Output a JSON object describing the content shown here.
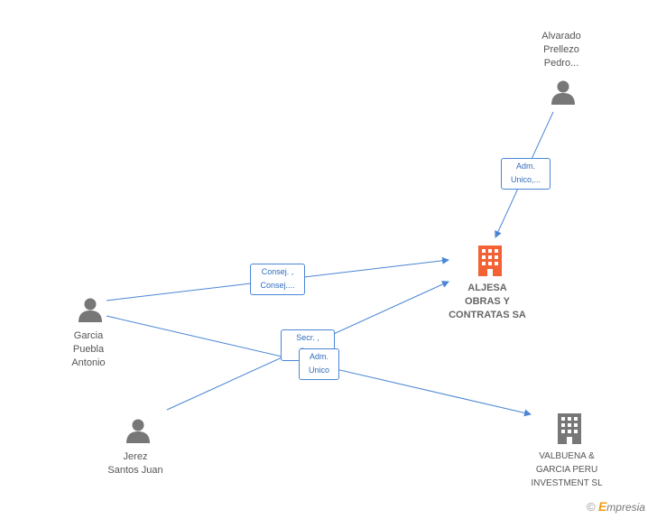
{
  "nodes": {
    "alvarado": {
      "label": "Alvarado\nPrellezo\nPedro..."
    },
    "garcia": {
      "label": "Garcia\nPuebla\nAntonio"
    },
    "jerez": {
      "label": "Jerez\nSantos Juan"
    },
    "aljesa": {
      "label": "ALJESA\nOBRAS Y\nCONTRATAS SA",
      "color": "#f26234"
    },
    "valbuena": {
      "label": "VALBUENA &\nGARCIA PERU\nINVESTMENT  SL",
      "color": "#777777"
    }
  },
  "edges": {
    "alvarado_aljesa": "Adm.\nUnico,...",
    "garcia_aljesa": "Consej. ,\nConsej....",
    "jerez_aljesa_secr": "Secr. ,\nCo...",
    "garcia_valbuena": "Adm.\nUnico"
  },
  "colors": {
    "edge": "#4a86d4",
    "person": "#777777"
  },
  "brand": {
    "copyright": "©",
    "e": "E",
    "rest": "mpresia"
  }
}
